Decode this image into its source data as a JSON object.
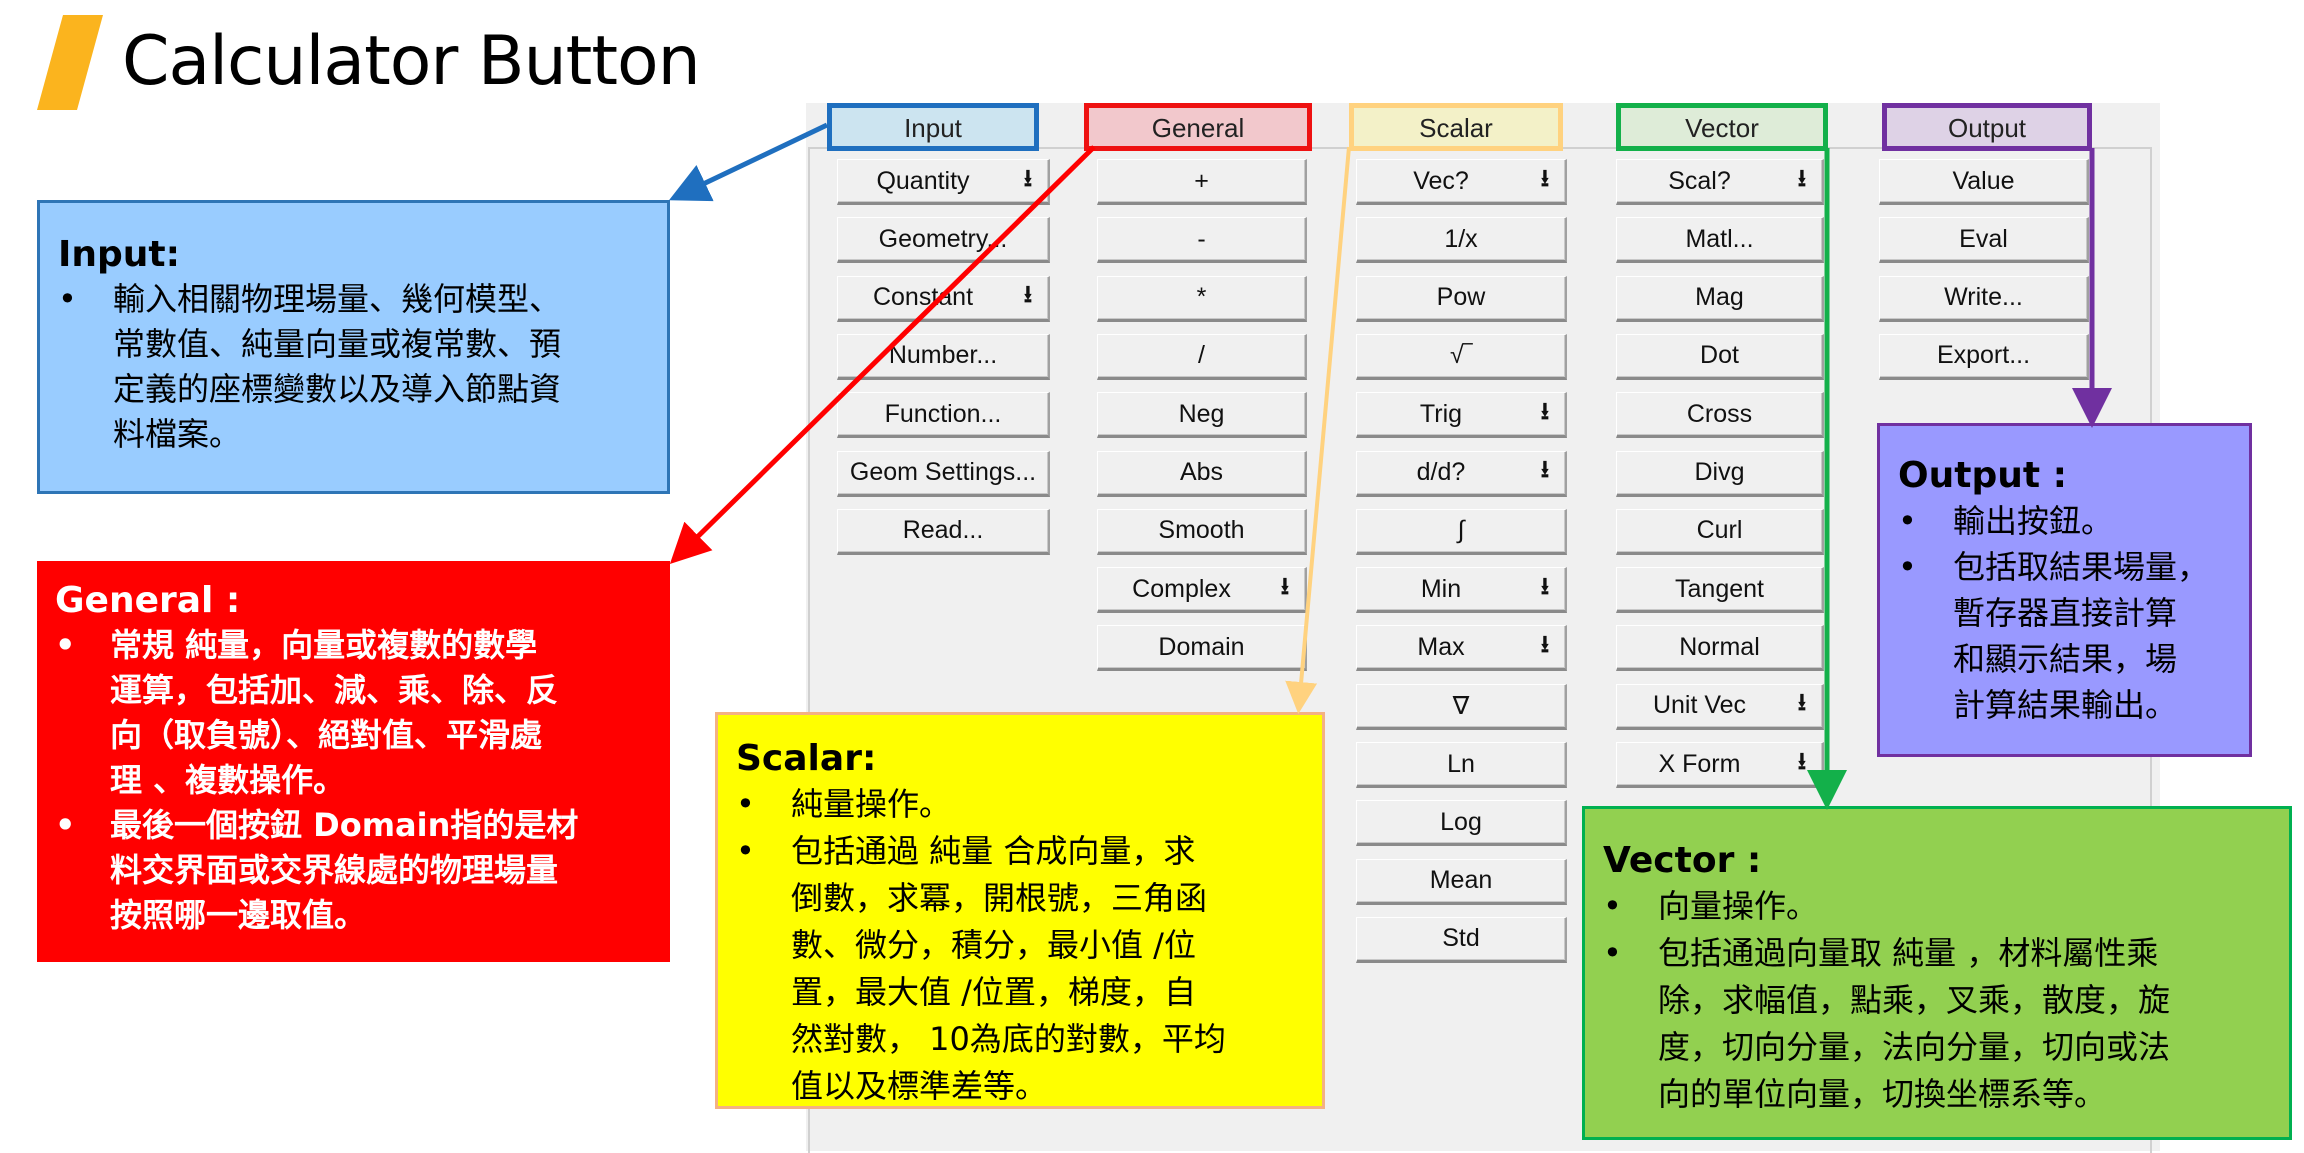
{
  "title": "Calculator Button",
  "colors": {
    "accent": "#fbb41e",
    "input": "#99ccff",
    "general": "#ff0000",
    "scalar": "#ffff00",
    "vector": "#92d050",
    "output": "#9999ff"
  },
  "tabs": [
    {
      "label": "Input",
      "bg": "#cce4f0",
      "border": "#1f6fbf"
    },
    {
      "label": "General",
      "bg": "#f2c8cc",
      "border": "#ee1111"
    },
    {
      "label": "Scalar",
      "bg": "#f3f1c8",
      "border": "#ffd27f"
    },
    {
      "label": "Vector",
      "bg": "#deecd8",
      "border": "#13b04a"
    },
    {
      "label": "Output",
      "bg": "#ded2e6",
      "border": "#7030a0"
    }
  ],
  "columns": [
    [
      {
        "label": "Quantity",
        "dropdown": true
      },
      {
        "label": "Geometry..."
      },
      {
        "label": "Constant",
        "dropdown": true
      },
      {
        "label": "Number..."
      },
      {
        "label": "Function..."
      },
      {
        "label": "Geom Settings..."
      },
      {
        "label": "Read..."
      }
    ],
    [
      {
        "label": "+"
      },
      {
        "label": "-"
      },
      {
        "label": "*"
      },
      {
        "label": "/"
      },
      {
        "label": "Neg"
      },
      {
        "label": "Abs"
      },
      {
        "label": "Smooth"
      },
      {
        "label": "Complex",
        "dropdown": true
      },
      {
        "label": "Domain"
      }
    ],
    [
      {
        "label": "Vec?",
        "dropdown": true
      },
      {
        "label": "1/x"
      },
      {
        "label": "Pow"
      },
      {
        "label": "√‾"
      },
      {
        "label": "Trig",
        "dropdown": true
      },
      {
        "label": "d/d?",
        "dropdown": true
      },
      {
        "label": "∫"
      },
      {
        "label": "Min",
        "dropdown": true
      },
      {
        "label": "Max",
        "dropdown": true
      },
      {
        "label": "∇"
      },
      {
        "label": "Ln"
      },
      {
        "label": "Log"
      },
      {
        "label": "Mean"
      },
      {
        "label": "Std"
      }
    ],
    [
      {
        "label": "Scal?",
        "dropdown": true
      },
      {
        "label": "Matl..."
      },
      {
        "label": "Mag"
      },
      {
        "label": "Dot"
      },
      {
        "label": "Cross"
      },
      {
        "label": "Divg"
      },
      {
        "label": "Curl"
      },
      {
        "label": "Tangent"
      },
      {
        "label": "Normal"
      },
      {
        "label": "Unit Vec",
        "dropdown": true
      },
      {
        "label": "X Form",
        "dropdown": true
      }
    ],
    [
      {
        "label": "Value"
      },
      {
        "label": "Eval"
      },
      {
        "label": "Write..."
      },
      {
        "label": "Export..."
      }
    ]
  ],
  "dropdown_icon": "download-arrow-icon",
  "boxes": {
    "input": {
      "heading": "Input:",
      "bullets": [
        [
          "輸入相關物理場量、幾何模型、",
          "常數值、純量向量或複常數、預",
          "定義的座標變數以及導入節點資",
          "料檔案。"
        ]
      ]
    },
    "general": {
      "heading": "General :",
      "bullets": [
        [
          "常規 純量，向量或複數的數學",
          "運算，包括加、減、乘、除、反",
          "向（取負號）、絕對值、平滑處",
          "理 、複數操作。"
        ],
        [
          "最後一個按鈕 Domain指的是材",
          "料交界面或交界線處的物理場量",
          "按照哪一邊取值。"
        ]
      ]
    },
    "scalar": {
      "heading": "Scalar:",
      "bullets": [
        [
          "純量操作。"
        ],
        [
          "包括通過 純量 合成向量，求",
          "倒數，求冪，開根號，三角函",
          "數、微分，積分，最小值 /位",
          "置，最大值 /位置，梯度，自",
          "然對數， 10為底的對數，平均",
          "值以及標準差等。"
        ]
      ]
    },
    "output": {
      "heading": "Output :",
      "bullets": [
        [
          "輸出按鈕。"
        ],
        [
          "包括取結果場量，",
          "暫存器直接計算",
          "和顯示結果，場",
          "計算結果輸出。"
        ]
      ]
    },
    "vector": {
      "heading": "Vector :",
      "bullets": [
        [
          "向量操作。"
        ],
        [
          "包括通過向量取 純量 ，材料屬性乘",
          "除，求幅值，點乘，叉乘，散度，旋",
          "度，切向分量，法向分量，切向或法",
          "向的單位向量，切換坐標系等。"
        ]
      ]
    }
  }
}
